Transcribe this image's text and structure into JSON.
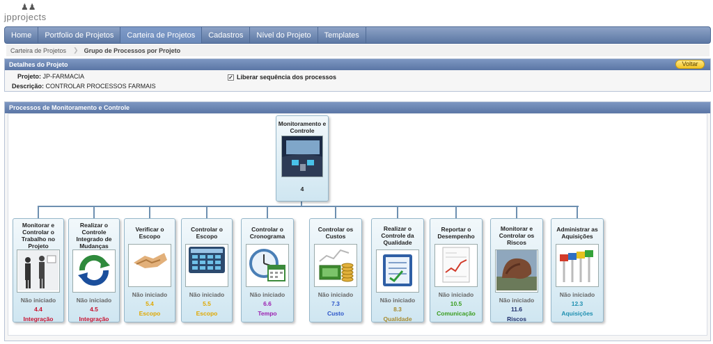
{
  "logo": "jpprojects",
  "nav": [
    "Home",
    "Portfolio de Projetos",
    "Carteira de Projetos",
    "Cadastros",
    "Nível do Projeto",
    "Templates"
  ],
  "breadcrumb": {
    "parent": "Carteira de Projetos",
    "current": "Grupo de Processos por Projeto"
  },
  "details": {
    "header": "Detalhes do Projeto",
    "back_label": "Voltar",
    "project_label": "Projeto:",
    "project_value": "JP-FARMACIA",
    "desc_label": "Descrição:",
    "desc_value": "CONTROLAR PROCESSOS FARMAIS",
    "checkbox_label": "Liberar sequência dos processos",
    "checkbox_checked": true
  },
  "processes": {
    "header": "Processos de Monitoramento e Controle",
    "root": {
      "title": "Monitoramento e Controle",
      "number": "4",
      "icon": "cockpit-icon"
    },
    "cards": [
      {
        "title": "Monitorar e Controlar o Trabalho no Projeto",
        "status": "Não iniciado",
        "code": "4.4",
        "area": "Integração",
        "color": "#c8102e",
        "icon": "business-people-icon"
      },
      {
        "title": "Realizar o Controle Integrado de Mudanças",
        "status": "Não iniciado",
        "code": "4.5",
        "area": "Integração",
        "color": "#c8102e",
        "icon": "refresh-arrows-icon"
      },
      {
        "title": "Verificar o Escopo",
        "status": "Não iniciado",
        "code": "5.4",
        "area": "Escopo",
        "color": "#e0a800",
        "icon": "handshake-icon"
      },
      {
        "title": "Controlar o Escopo",
        "status": "Não iniciado",
        "code": "5.5",
        "area": "Escopo",
        "color": "#e0a800",
        "icon": "control-panel-icon"
      },
      {
        "title": "Controlar o Cronograma",
        "status": "Não iniciado",
        "code": "6.6",
        "area": "Tempo",
        "color": "#9b1fb0",
        "icon": "clock-calendar-icon"
      },
      {
        "title": "Controlar os Custos",
        "status": "Não iniciado",
        "code": "7.3",
        "area": "Custo",
        "color": "#2b55c8",
        "icon": "money-coins-icon"
      },
      {
        "title": "Realizar o Controle da Qualidade",
        "status": "Não iniciado",
        "code": "8.3",
        "area": "Qualidade",
        "color": "#a68a2e",
        "icon": "quality-clipboard-icon"
      },
      {
        "title": "Reportar o Desempenho",
        "status": "Não iniciado",
        "code": "10.5",
        "area": "Comunicação",
        "color": "#3a9d1e",
        "icon": "report-chart-icon"
      },
      {
        "title": "Monitorar e Controlar os Riscos",
        "status": "Não iniciado",
        "code": "11.6",
        "area": "Riscos",
        "color": "#1d2d6b",
        "icon": "rock-risk-icon"
      },
      {
        "title": "Administrar as Aquisições",
        "status": "Não iniciado",
        "code": "12.3",
        "area": "Aquisições",
        "color": "#1e8fb0",
        "icon": "colored-pins-icon"
      }
    ]
  }
}
